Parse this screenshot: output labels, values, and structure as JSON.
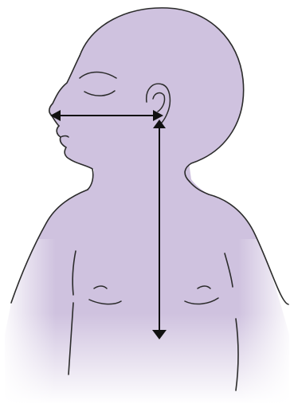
{
  "diagram": {
    "colors": {
      "skin": "#cfc2df",
      "outline": "#2b2b2b",
      "arrow": "#111111",
      "background": "#ffffff"
    },
    "measurements": [
      {
        "label": "",
        "from": "nose-tip",
        "to": "ear-tragus"
      },
      {
        "label": "",
        "from": "ear-tragus",
        "to": "xiphoid-process"
      }
    ]
  }
}
